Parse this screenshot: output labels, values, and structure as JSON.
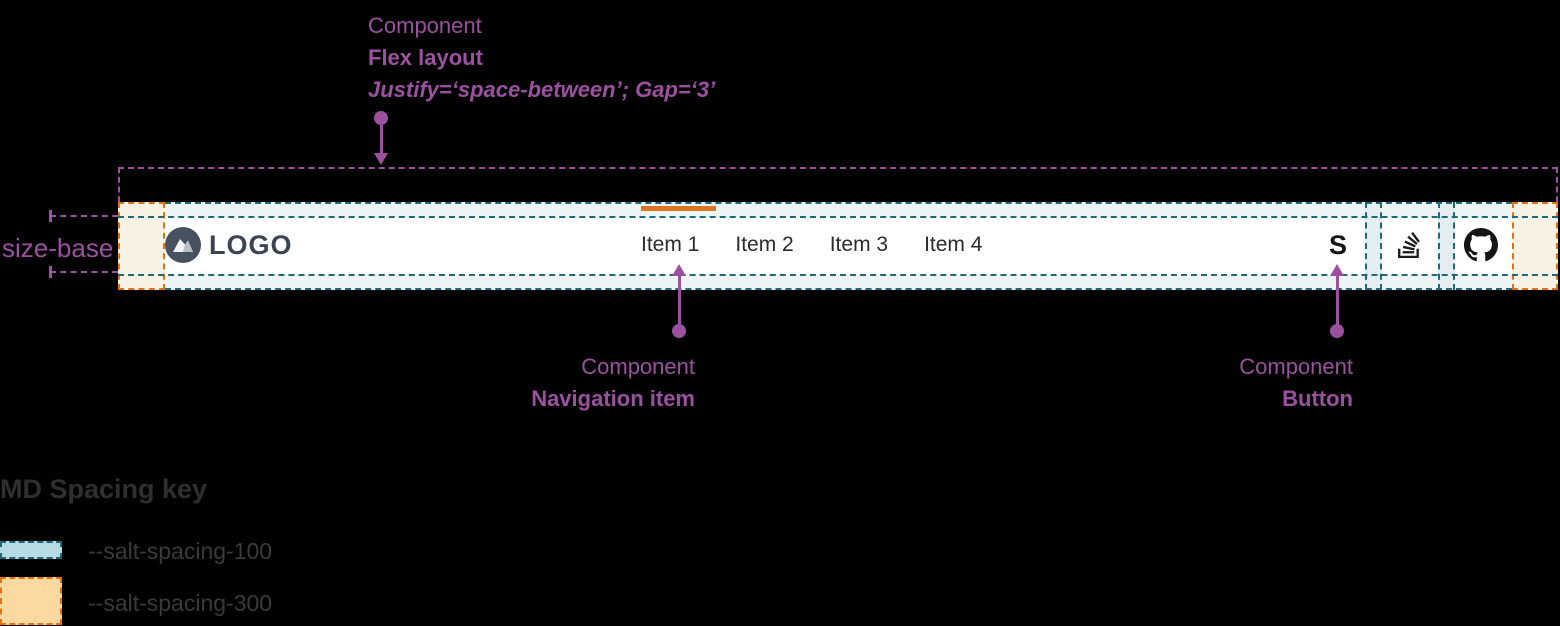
{
  "annotations": {
    "flex_layout": {
      "line1": "Component",
      "line2": "Flex layout",
      "line3": "Justify=‘space-between’; Gap=‘3’"
    },
    "navigation_item": {
      "line1": "Component",
      "line2": "Navigation item"
    },
    "button": {
      "line1": "Component",
      "line2": "Button"
    },
    "size_base_label": "size-base"
  },
  "navbar": {
    "logo_text": "LOGO",
    "items": [
      {
        "label": "Item 1",
        "active": true
      },
      {
        "label": "Item 2",
        "active": false
      },
      {
        "label": "Item 3",
        "active": false
      },
      {
        "label": "Item 4",
        "active": false
      }
    ],
    "actions": [
      {
        "icon": "s-logo-icon",
        "glyph": "S"
      },
      {
        "icon": "stackoverflow-icon"
      },
      {
        "icon": "github-icon"
      }
    ]
  },
  "legend": {
    "title": "MD Spacing key",
    "items": [
      {
        "token": "--salt-spacing-100",
        "fill": "#b6dbe3",
        "border": "#20697b"
      },
      {
        "token": "--salt-spacing-300",
        "fill": "#fcd9a0",
        "border": "#e8710f"
      }
    ]
  },
  "colors": {
    "annotation_purple": "#9b50a0",
    "spacing100_dash": "#20697b",
    "spacing100_band": "#edf4f6",
    "spacing300_dash": "#e8710f",
    "spacing300_fill": "#f7f2e3",
    "active_indicator": "#dd7520",
    "navbar_bg": "#ffffff",
    "background": "#000000"
  }
}
